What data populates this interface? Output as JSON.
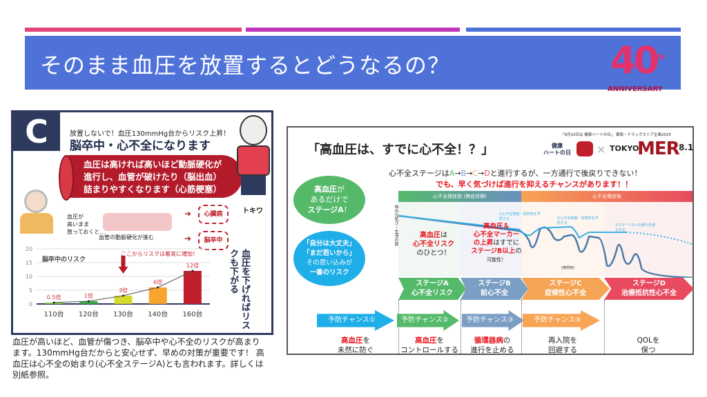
{
  "slide": {
    "title": "そのまま血圧を放置するとどうなるの？",
    "colors": {
      "line1": "#e0457a",
      "line2": "#c035b8",
      "line3": "#4f72d9",
      "banner": "#4f72d9"
    }
  },
  "logo": {
    "text": "40",
    "sub": "th",
    "label": "ANNIVERSARY"
  },
  "left": {
    "badge": "C",
    "subhead": "放置しないで！血圧130mmHg台からリスク上昇！",
    "headline": "脳卒中・心不全になります",
    "vessel_lines": [
      "血圧は高ければ高いほど動脈硬化が",
      "進行し、血管が破けたり（脳出血）",
      "詰まりやすくなります（心筋梗塞）"
    ],
    "mascot_name": "トキワ",
    "person_lines": [
      "血圧が",
      "高いまま",
      "放っておくと…"
    ],
    "vessel_caption": "血管の動脈硬化が進む",
    "outcomes": [
      "心臓病",
      "脳卒中"
    ],
    "side_text": [
      "血圧を下げれば",
      "リスクも下がる"
    ],
    "caption": "血圧が高いほど、血管が傷つき、脳卒中や心不全のリスクが高まります。130mmHg台だからと安心せず、早めの対策が重要です！ 高血圧は心不全の始まり(心不全ステージA)とも言われます。詳しくは別紙参照。"
  },
  "chart_data": {
    "type": "bar",
    "title": "脳卒中のリスク",
    "annotation": "ここからリスクは着実に増加！",
    "categories": [
      "110台",
      "120台",
      "130台",
      "140台",
      "160台"
    ],
    "values": [
      0.5,
      1,
      3,
      6,
      12
    ],
    "labels": [
      "0.5倍",
      "1倍",
      "3倍",
      "6倍",
      "12倍"
    ],
    "colors": [
      "#8cc63f",
      "#3aa845",
      "#d4d92a",
      "#f7a530",
      "#c0202c"
    ],
    "yticks": [
      "0",
      "5",
      "10",
      "15",
      "20"
    ],
    "ylim": [
      0,
      20
    ],
    "grid": true
  },
  "right": {
    "title": "「高血圧は、すでに心不全！？」",
    "campaign": "「8月10日は 健康ハートの日」 薬局・ドラッグストア企画2025",
    "brand_left": [
      "健康",
      "ハートの日"
    ],
    "brand_x": "×",
    "brand_tokyo": "TOKYO",
    "brand_mer": "MER",
    "brand_date": "8.1",
    "intro_parts": [
      "心不全ステージは",
      "A",
      "→",
      "B",
      "→",
      "C",
      "→",
      "D",
      "と進行するが、一方通行で後戻りできない！"
    ],
    "intro_red": "でも、早く気づけば進行を抑えるチャンスがあります！！",
    "phase_before": "心不全発症前 (無症状期)",
    "phase_after": "心不全発症後",
    "green_bubble": [
      "高血圧",
      "が",
      "あるだけで",
      "ステージA",
      "！"
    ],
    "blue_bubble": [
      "「自分は大丈夫」",
      "「まだ若いから」",
      "その思い込みが",
      "一番のリスク"
    ],
    "yaxis": "体の元気さ・生活の質",
    "noteA": [
      "高血圧",
      "は",
      "心不全リスク",
      "のひとつ！"
    ],
    "noteB": [
      "高血圧＆",
      "心不全マーカー",
      "の上昇",
      "はすでに",
      "ステージB以上",
      "の",
      "可能性！"
    ],
    "prevent_notes": [
      "①心不全発症・突然死を予防する",
      "②心不全増悪・突然死を予防する",
      "③ステージDへの移行を遅らせる"
    ],
    "sudden_death": "(突然死)",
    "stages": [
      {
        "name": "ステージA",
        "desc": "心不全リスク",
        "color": "#55b96a"
      },
      {
        "name": "ステージB",
        "desc": "前心不全",
        "color": "#7a9ec4"
      },
      {
        "name": "ステージC",
        "desc": "症候性心不全",
        "color": "#f5a455"
      },
      {
        "name": "ステージD",
        "desc": "治療抵抗性心不全",
        "color": "#e84a5f"
      }
    ],
    "chances": [
      {
        "label": "予防チャンス①",
        "color": "#1eaee8"
      },
      {
        "label": "予防チャンス②",
        "color": "#55b96a"
      },
      {
        "label": "予防チャンス③",
        "color": "#7a9ec4"
      },
      {
        "label": "予防チャンス④",
        "color": "#f7a455"
      }
    ],
    "goals": [
      {
        "red": "高血圧",
        "rest": "を",
        "line2": "未然に防ぐ"
      },
      {
        "red": "高血圧",
        "rest": "を",
        "line2": "コントロールする"
      },
      {
        "red": "循環器病",
        "rest": "の",
        "line2": "進行を止める"
      },
      {
        "red": "",
        "rest": "再入院を",
        "line2": "回避する"
      },
      {
        "red": "",
        "rest": "QOLを",
        "line2": "保つ"
      }
    ]
  }
}
